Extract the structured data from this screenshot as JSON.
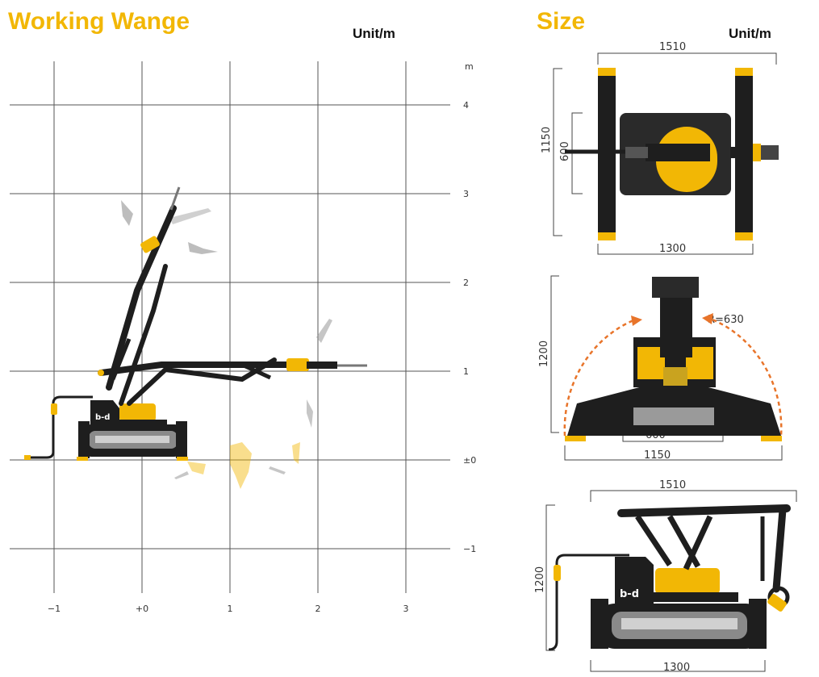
{
  "colors": {
    "accent": "#f2b705",
    "arc": "#e8742a",
    "machine": "#1e1e1e",
    "grid": "#555555"
  },
  "left_panel": {
    "title": "Working Wange",
    "unit": "Unit/m",
    "y_axis_unit": "m",
    "y_ticks": [
      {
        "value": 4,
        "label": "4"
      },
      {
        "value": 3,
        "label": "3"
      },
      {
        "value": 2,
        "label": "2"
      },
      {
        "value": 1,
        "label": "1"
      },
      {
        "value": 0,
        "label": "±0"
      },
      {
        "value": -1,
        "label": "−1"
      }
    ],
    "x_ticks": [
      {
        "value": -1,
        "label": "−1"
      },
      {
        "value": 0,
        "label": "+0"
      },
      {
        "value": 1,
        "label": "1"
      },
      {
        "value": 2,
        "label": "2"
      },
      {
        "value": 3,
        "label": "3"
      }
    ]
  },
  "right_panel": {
    "title": "Size",
    "unit": "Unit/m",
    "top_view": {
      "width": "1510",
      "track_width": "1300",
      "length": "1150",
      "inner": "600"
    },
    "front_view": {
      "height": "1200",
      "radius": "R=630",
      "inner": "600",
      "width": "1150"
    },
    "side_view": {
      "width": "1510",
      "height": "1200",
      "track": "1300"
    }
  }
}
